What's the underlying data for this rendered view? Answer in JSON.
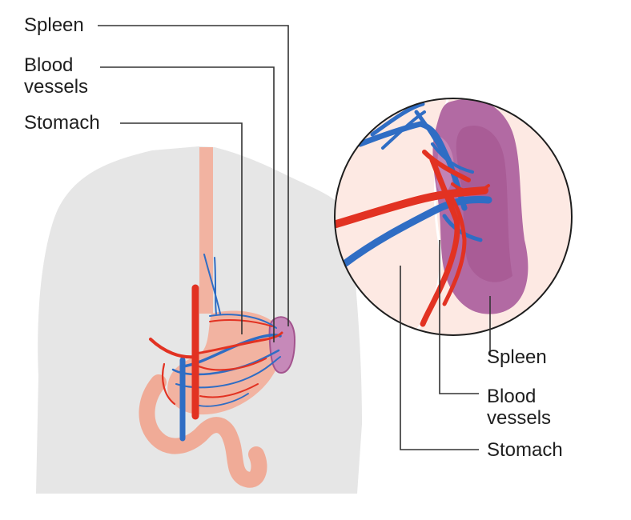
{
  "labels_left": {
    "spleen": "Spleen",
    "blood_vessels": "Blood\nvessels",
    "stomach": "Stomach"
  },
  "labels_right": {
    "spleen": "Spleen",
    "blood_vessels": "Blood\nvessels",
    "stomach": "Stomach"
  },
  "colors": {
    "body": "#e6e6e6",
    "stomach": "#f2b3a1",
    "gut": "#f0ab97",
    "artery": "#e23222",
    "vein": "#2f6dc4",
    "spleen": "#a3548e",
    "spleen_light": "#c689b9",
    "zoom_bg": "#fde9e3",
    "leader": "#333333"
  }
}
